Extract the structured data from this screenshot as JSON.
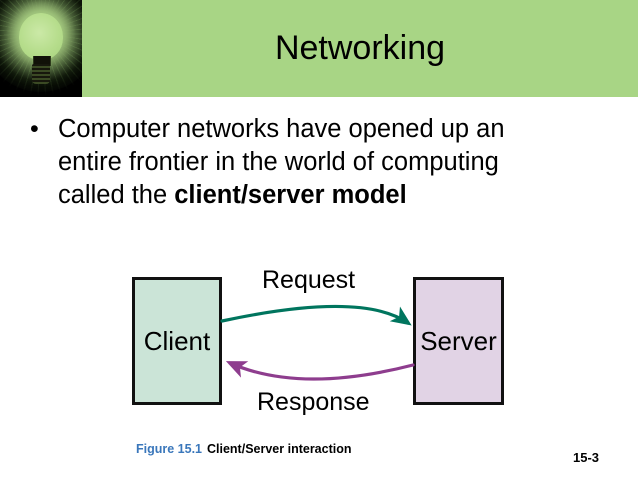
{
  "slide": {
    "title": "Networking",
    "page_number": "15-3",
    "header_color": "#a8d585"
  },
  "decor": {
    "bulb_icon": "lightbulb-icon"
  },
  "body": {
    "bullets": [
      {
        "marker": "•",
        "segments": [
          {
            "text": "Computer networks have opened up an entire frontier in the world of computing called the ",
            "bold": false
          },
          {
            "text": "client/server model",
            "bold": true
          }
        ],
        "plain": "Computer networks have opened up an entire frontier in the world of computing called the client/server model"
      }
    ]
  },
  "figure": {
    "caption_number": "Figure 15.1",
    "caption_text": "Client/Server interaction",
    "caption_number_color": "#3a77bb",
    "nodes": [
      {
        "id": "client",
        "label": "Client",
        "fill": "#cbe4d7",
        "stroke": "#111111"
      },
      {
        "id": "server",
        "label": "Server",
        "fill": "#e1d3e5",
        "stroke": "#111111"
      }
    ],
    "arrows": [
      {
        "id": "request",
        "label": "Request",
        "color": "#00755e",
        "direction": "client-to-server"
      },
      {
        "id": "response",
        "label": "Response",
        "color": "#8e3d8e",
        "direction": "server-to-client"
      }
    ]
  }
}
